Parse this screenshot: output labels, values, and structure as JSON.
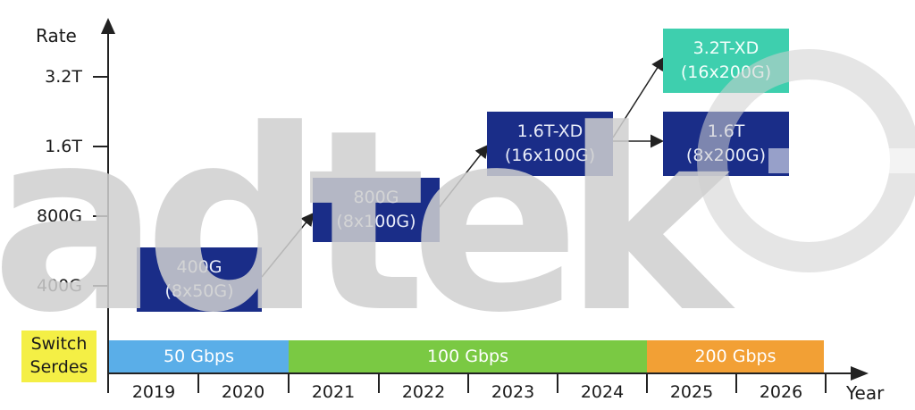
{
  "axes": {
    "y_title": "Rate",
    "x_title": "Year"
  },
  "rates": [
    "3.2T",
    "1.6T",
    "800G",
    "400G"
  ],
  "years": [
    "2019",
    "2020",
    "2021",
    "2022",
    "2023",
    "2024",
    "2025",
    "2026"
  ],
  "serdes_label": [
    "Switch",
    "Serdes"
  ],
  "serdes_bands": [
    {
      "label": "50 Gbps",
      "color": "#5aaee8",
      "from": "2019",
      "to": "2020"
    },
    {
      "label": "100 Gbps",
      "color": "#7ac943",
      "from": "2021",
      "to": "2024"
    },
    {
      "label": "200 Gbps",
      "color": "#f2a035",
      "from": "2025",
      "to": "2026"
    }
  ],
  "nodes": [
    {
      "rate": "400G",
      "config": "(8x50G)",
      "style": "navy"
    },
    {
      "rate": "800G",
      "config": "(8x100G)",
      "style": "navy"
    },
    {
      "rate": "1.6T-XD",
      "config": "(16x100G)",
      "style": "navy"
    },
    {
      "rate": "1.6T",
      "config": "(8x200G)",
      "style": "navy"
    },
    {
      "rate": "3.2T-XD",
      "config": "(16x200G)",
      "style": "teal"
    }
  ],
  "colors": {
    "navy": "#1a2d88",
    "teal": "#3ecfae",
    "serdes_highlight": "#f4ef45"
  },
  "watermark": "adtek"
}
